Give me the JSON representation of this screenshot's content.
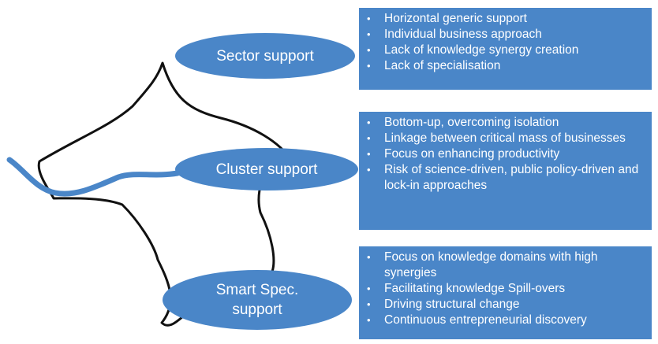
{
  "ellipses": {
    "sector": "Sector support",
    "cluster": "Cluster support",
    "smart": [
      "Smart Spec.",
      "support"
    ]
  },
  "boxes": {
    "sector": [
      "Horizontal generic support",
      "Individual business approach",
      "Lack of knowledge synergy creation",
      "Lack of specialisation"
    ],
    "cluster": [
      "Bottom-up, overcoming isolation",
      "Linkage between critical mass of businesses",
      "Focus on enhancing productivity",
      "Risk of science-driven, public policy-driven and lock-in approaches"
    ],
    "smart": [
      "Focus on knowledge domains with high synergies",
      "Facilitating knowledge Spill-overs",
      "Driving structural change",
      "Continuous entrepreneurial discovery"
    ]
  },
  "colors": {
    "ellipse": "#4a86c8",
    "box": "#4a86c8",
    "outline": "#111111",
    "river": "#4a86c8"
  }
}
